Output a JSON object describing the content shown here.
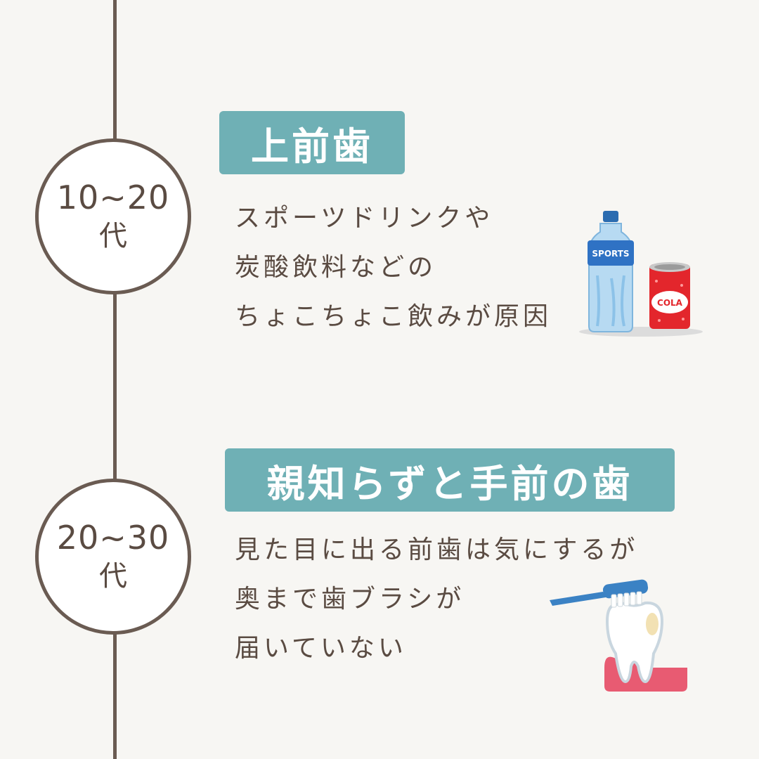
{
  "sections": [
    {
      "age_range": "10~20",
      "age_suffix": "代",
      "heading": "上前歯",
      "lines": [
        "スポーツドリンクや",
        "炭酸飲料などの",
        "ちょこちょこ飲みが原因"
      ],
      "illustration": {
        "icons": [
          "sports-bottle-icon",
          "cola-can-icon"
        ],
        "bottle_label": "SPORTS",
        "can_label": "COLA"
      }
    },
    {
      "age_range": "20~30",
      "age_suffix": "代",
      "heading": "親知らずと手前の歯",
      "lines": [
        "見た目に出る前歯は気にするが",
        "奥まで歯ブラシが",
        "届いていない"
      ],
      "illustration": {
        "icons": [
          "toothbrush-icon",
          "tooth-icon"
        ]
      }
    }
  ],
  "colors": {
    "background": "#f7f6f3",
    "timeline": "#6a5b52",
    "heading_bg": "#6fb0b5",
    "text": "#5a4b42"
  }
}
